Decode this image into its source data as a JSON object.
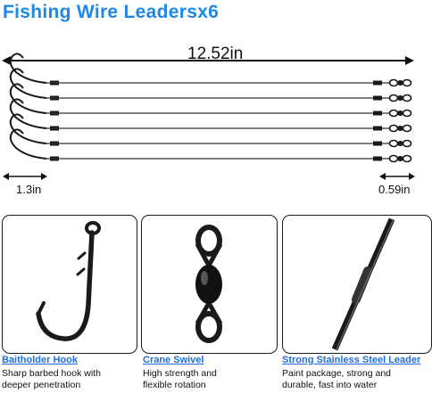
{
  "header": {
    "title": "Fishing Wire Leadersx6"
  },
  "dimensions": {
    "total_length": "12.52in",
    "hook_length": "1.3in",
    "swivel_length": "0.59in"
  },
  "features": [
    {
      "title": "Baitholder Hook",
      "desc_line1": "Sharp barbed hook with",
      "desc_line2": "deeper penetration"
    },
    {
      "title": "Crane Swivel",
      "desc_line1": "High strength and",
      "desc_line2": "flexible rotation"
    },
    {
      "title": "Strong Stainless Steel Leader",
      "desc_line1": "Paint package, strong and",
      "desc_line2": "durable, fast into water"
    }
  ],
  "leader_count": 6,
  "colors": {
    "accent": "#1e88e5",
    "link": "#1e6fd9",
    "metal": "#1a1a1a"
  }
}
